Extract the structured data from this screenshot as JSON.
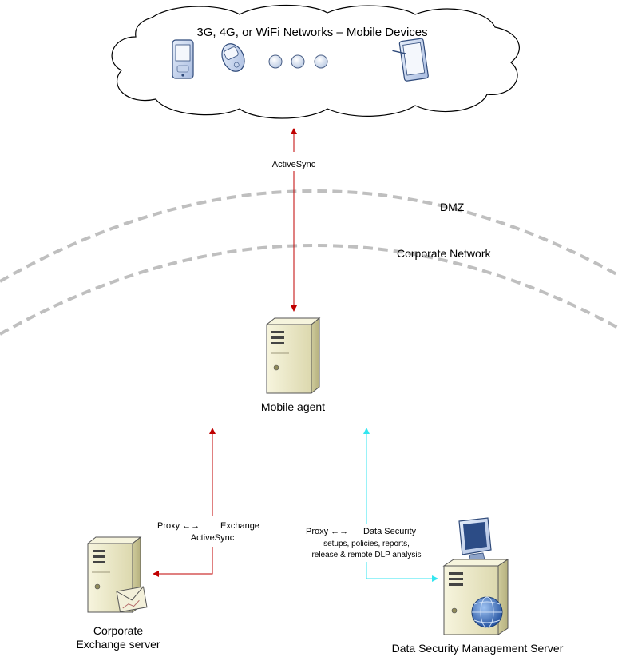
{
  "cloud": {
    "title": "3G, 4G, or WiFi Networks – Mobile Devices",
    "title_color": "#8B3A74",
    "icons": [
      "pda-icon",
      "flip-phone-icon",
      "ellipsis-dot-icon",
      "ellipsis-dot-icon",
      "ellipsis-dot-icon",
      "tablet-icon"
    ]
  },
  "zones": {
    "dmz": "DMZ",
    "corporate": "Corporate Network"
  },
  "links": {
    "activesync": "ActiveSync",
    "exchange_proxy": {
      "line1_left": "Proxy ←→",
      "line1_right": "Exchange",
      "line2": "ActiveSync"
    },
    "dss_proxy": {
      "line1_left": "Proxy ←→",
      "line1_right": "Data Security",
      "line2": "setups, policies, reports,",
      "line3": "release & remote DLP analysis"
    }
  },
  "nodes": {
    "mobile_agent": "Mobile agent",
    "exchange_line1": "Corporate",
    "exchange_line2": "Exchange server",
    "dss": "Data Security Management Server"
  },
  "colors": {
    "red_link": "#C00000",
    "cyan_link": "#33E6F0",
    "dashed_boundary": "#BFBFBF",
    "server_body": "#EEEBC8"
  }
}
